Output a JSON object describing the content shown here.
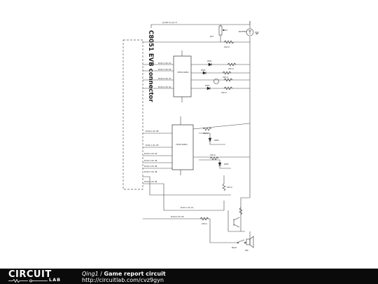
{
  "diagram": {
    "connector_label": "C8051 EVB connector",
    "top_net_label": "port0 to pin X",
    "buffer_upper_label": "74HC4 Buffer",
    "buffer_lower_label": "74HC4 Buffer",
    "component_labels": {
      "pot": "POT",
      "battery": "BATTERY",
      "led1": "LED1",
      "led2": "LED2",
      "led3": "LED3",
      "led4": "LED4",
      "led5": "LED5",
      "speaker": "SPK",
      "reset_switch": "Reset",
      "resistor_value": "220 Ω"
    },
    "pin_labels": {
      "upper": [
        "Port1.4, Pin 2A",
        "Port1.5, Pin 1B",
        "Port1.6, Pin 3A",
        "Port1.6, Pin 4A"
      ],
      "lower": [
        "Port2.0, Pin 2B",
        "Port2.1, Pin 1B",
        "Port2.2, Pin 1B",
        "Port2.3, Pin 3B",
        "Port2.4, Pin 4B",
        "Port2.5, Pin 4B",
        "Port2.6, Pin 4B"
      ],
      "bottom": [
        "Port3.7, Pin 2C",
        "Port3.0, Pin 1B"
      ]
    }
  },
  "footer": {
    "logo_word": "CIRCUIT",
    "logo_sub": "LAB",
    "author": "Qing1",
    "separator": " / ",
    "title": "Game report circuit",
    "url": "http://circuitlab.com/cvz9gyn"
  },
  "colors": {
    "footer_bg": "#0a0a0a",
    "footer_text": "#ffffff",
    "wire": "#444444"
  },
  "icons": [
    "battery-icon",
    "led-icon",
    "resistor-icon",
    "ground-icon",
    "switch-icon",
    "speaker-icon",
    "potentiometer-icon",
    "logo-icon"
  ]
}
